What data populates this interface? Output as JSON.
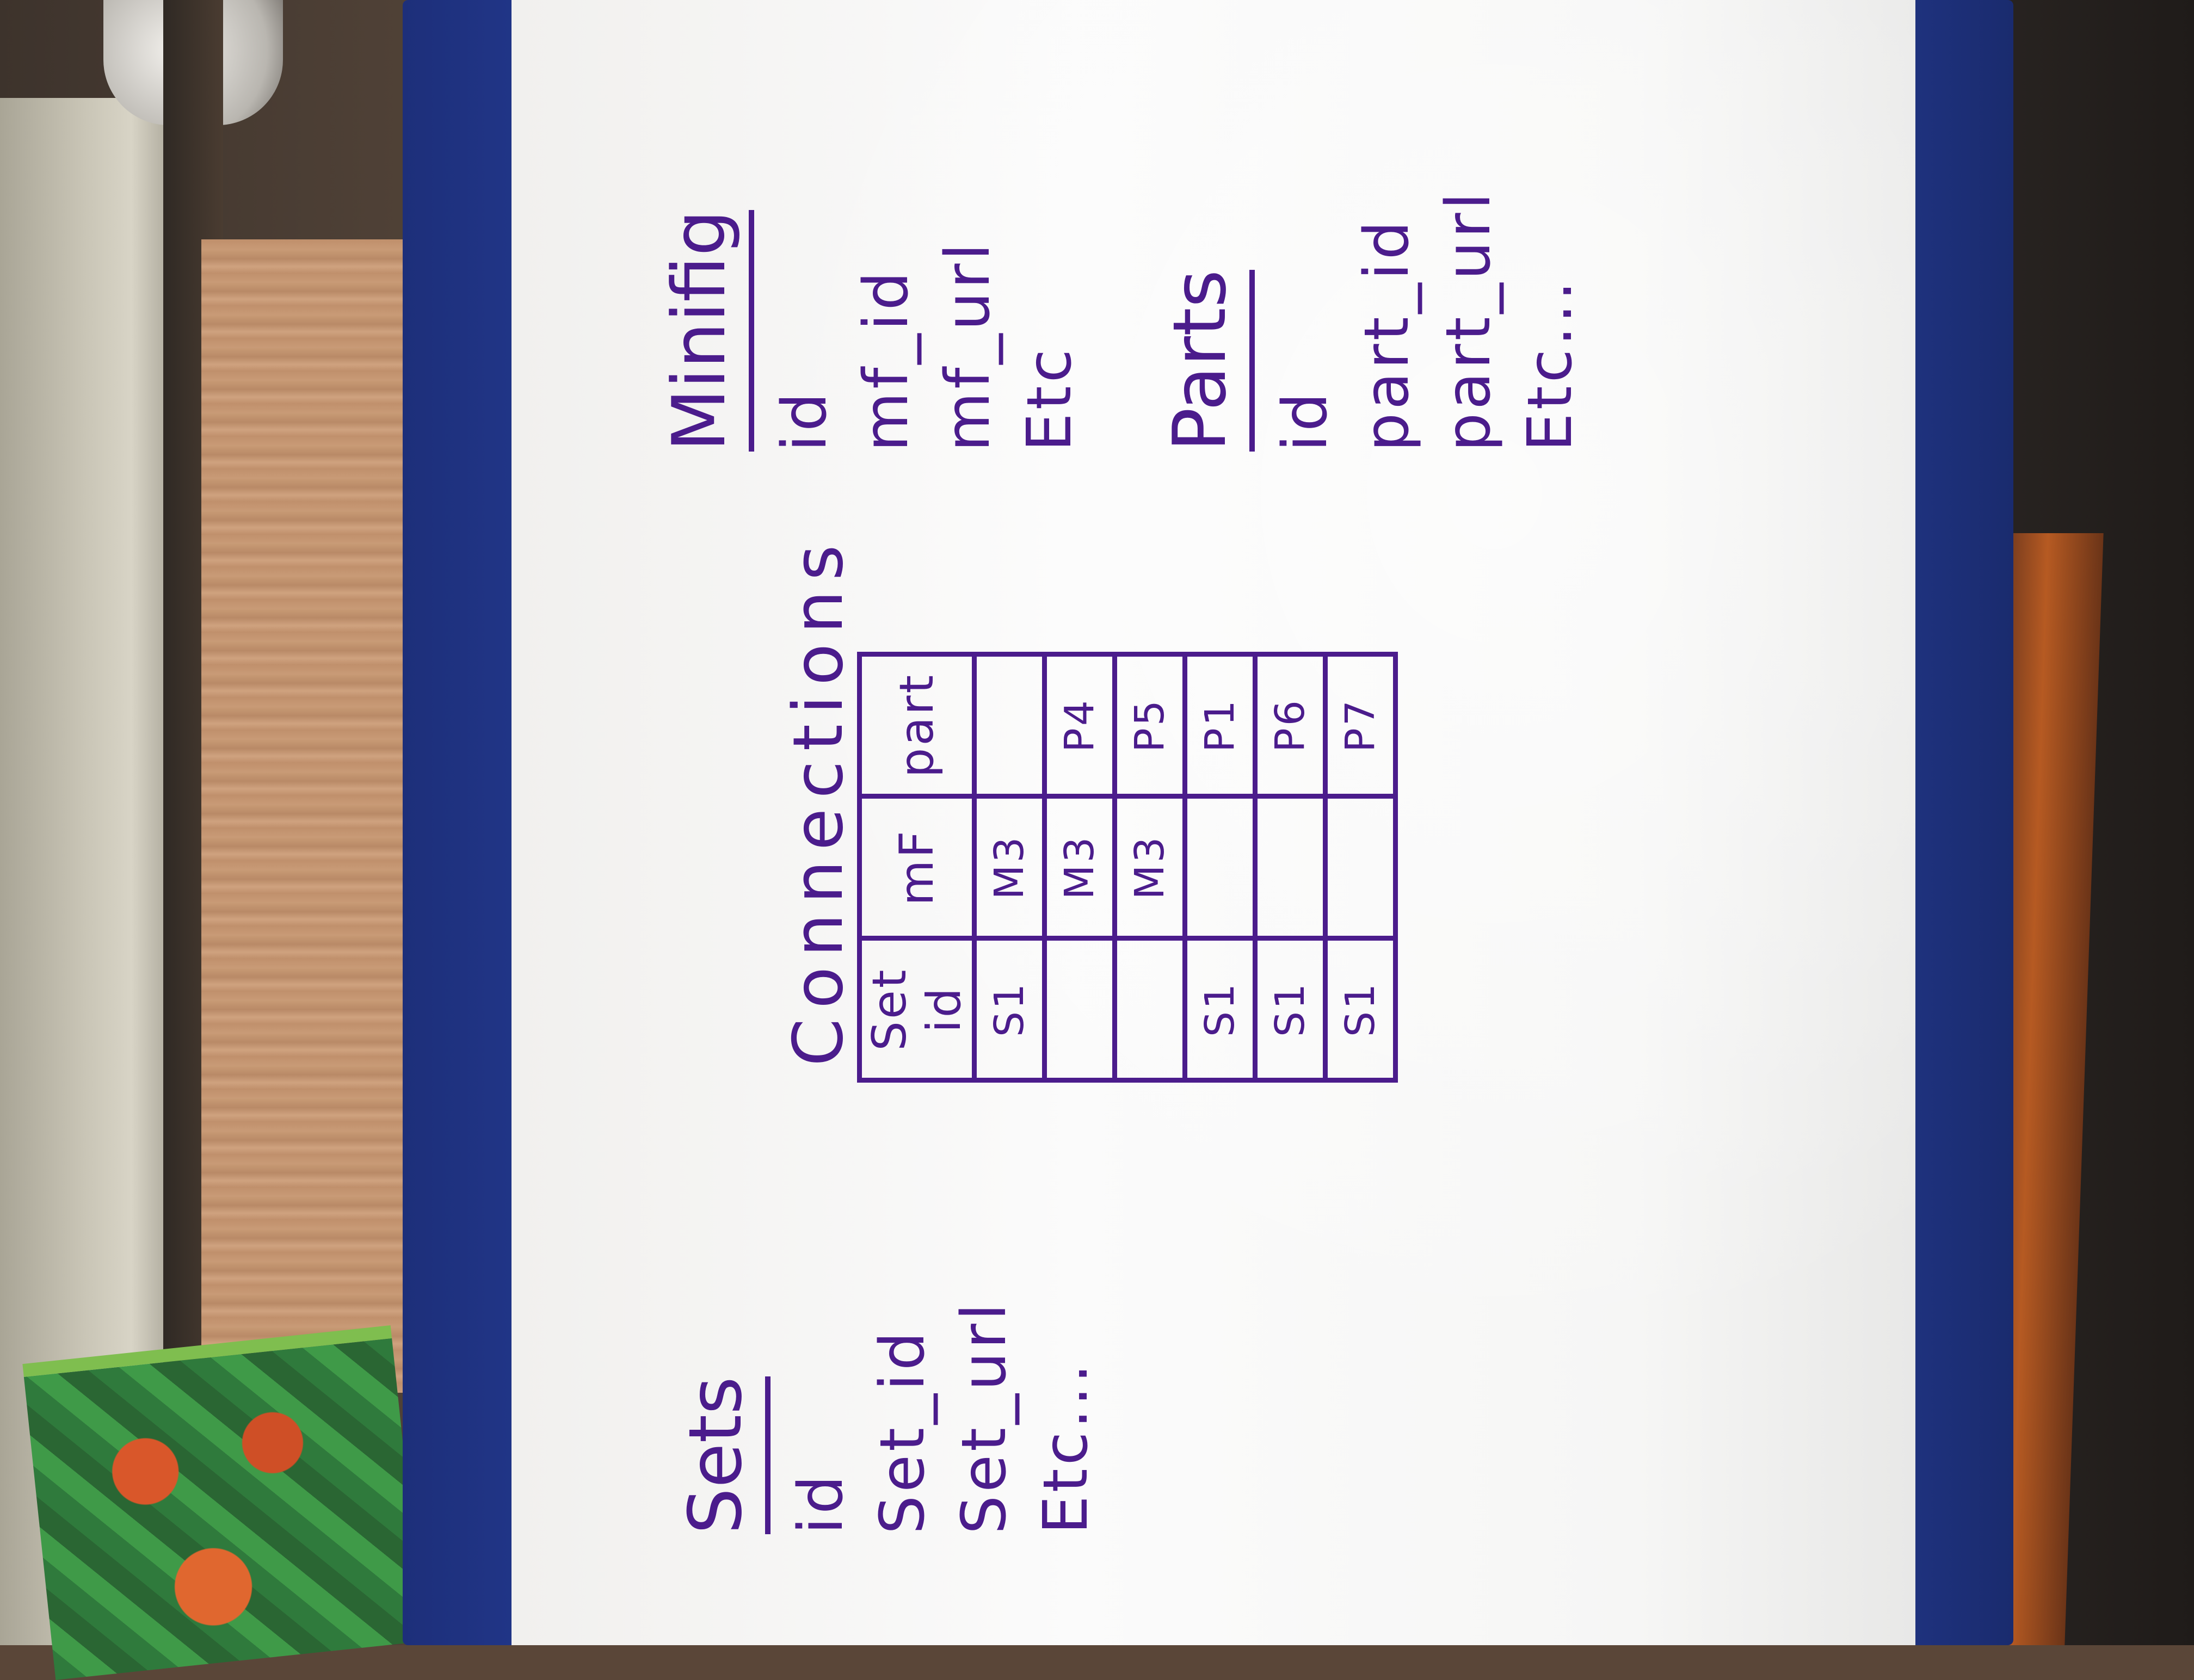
{
  "colors": {
    "ink": "#4b1c8c",
    "board": "#f7f7f6",
    "frame": "#2a45a8"
  },
  "sets": {
    "title": "Sets",
    "fields": [
      "id",
      "Set_id",
      "Set_url",
      "Etc..."
    ]
  },
  "minifig": {
    "title": "Minifig",
    "fields": [
      "id",
      "mf_id",
      "mf_url",
      "Etc"
    ]
  },
  "parts": {
    "title": "Parts",
    "fields": [
      "id",
      "part_id",
      "part_url",
      "Etc..."
    ]
  },
  "connections": {
    "title": "Connections",
    "headers": [
      "Set id",
      "mF",
      "part"
    ],
    "rows": [
      [
        "S1",
        "M3",
        ""
      ],
      [
        "",
        "M3",
        "P4"
      ],
      [
        "",
        "M3",
        "P5"
      ],
      [
        "S1",
        "",
        "P1"
      ],
      [
        "S1",
        "",
        "P6"
      ],
      [
        "S1",
        "",
        "P7"
      ]
    ]
  }
}
